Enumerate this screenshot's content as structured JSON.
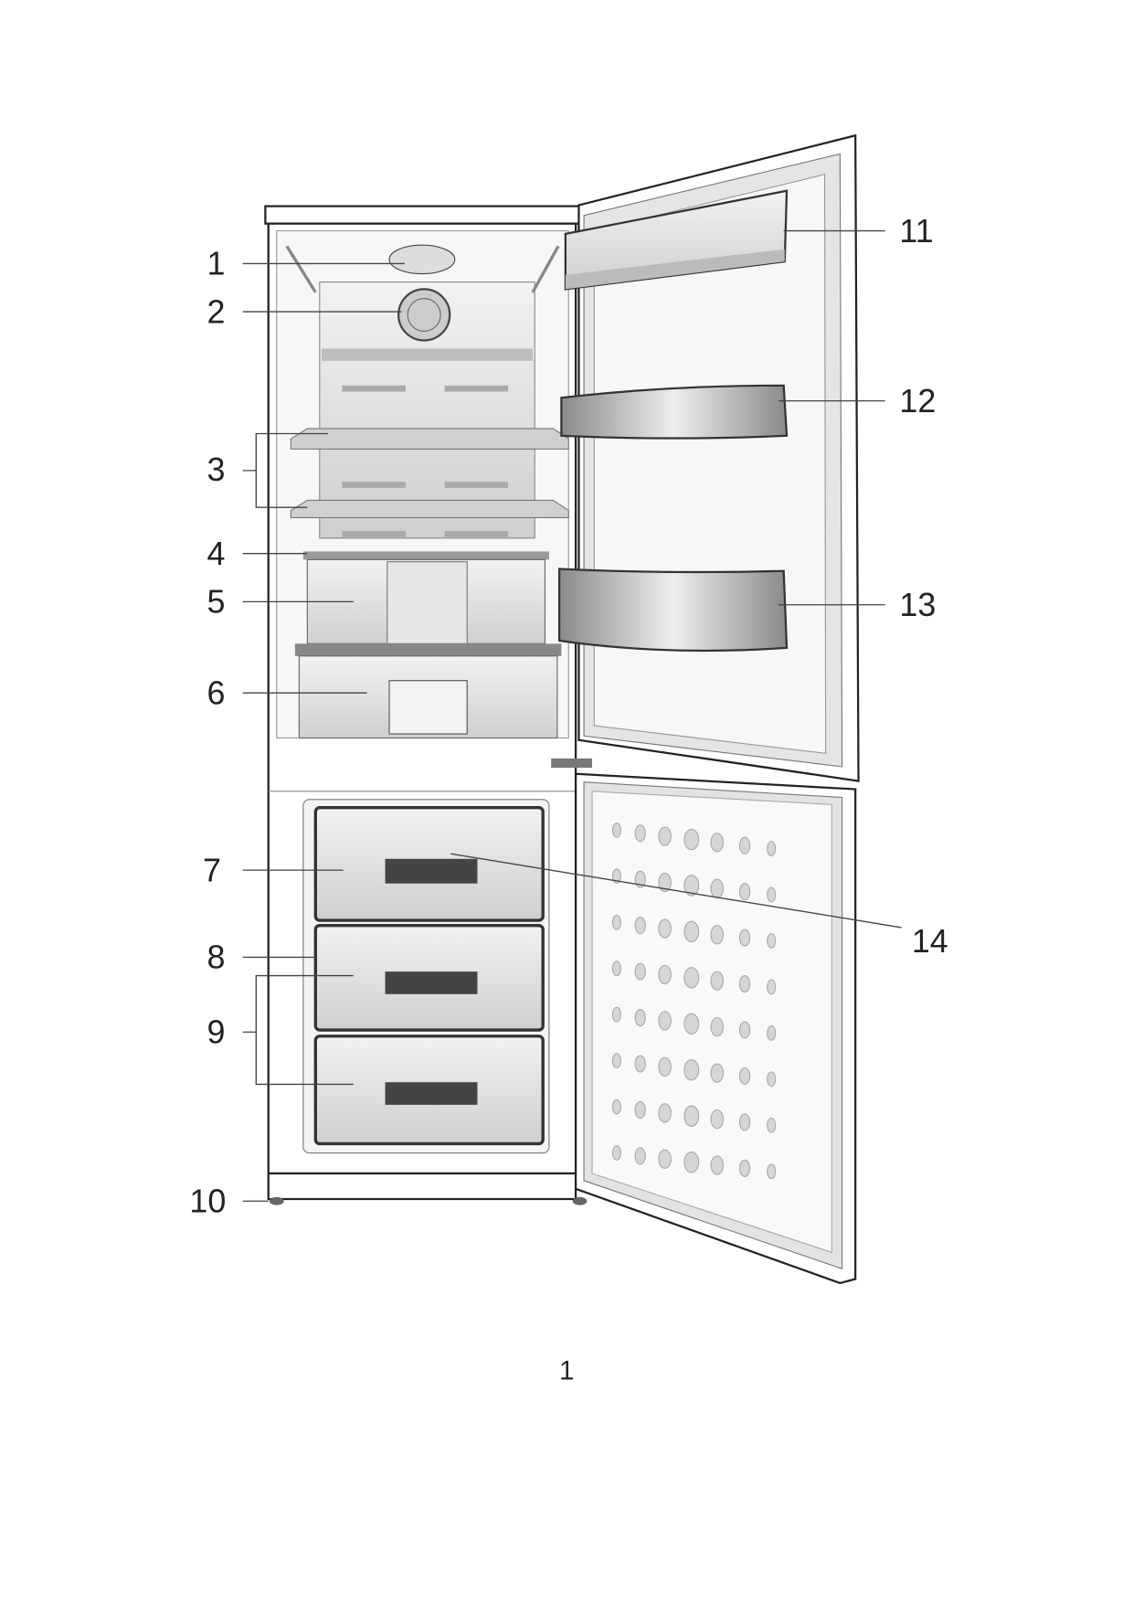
{
  "figure": {
    "callouts_left": [
      "1",
      "2",
      "3",
      "4",
      "5",
      "6",
      "7",
      "8",
      "9",
      "10"
    ],
    "callouts_right": [
      "11",
      "12",
      "13",
      "14"
    ],
    "page_number": "1"
  },
  "colors": {
    "line": "#222222",
    "panel": "#e2e2e2",
    "shelf": "#bdbdbd",
    "dark": "#4a4a4a"
  }
}
